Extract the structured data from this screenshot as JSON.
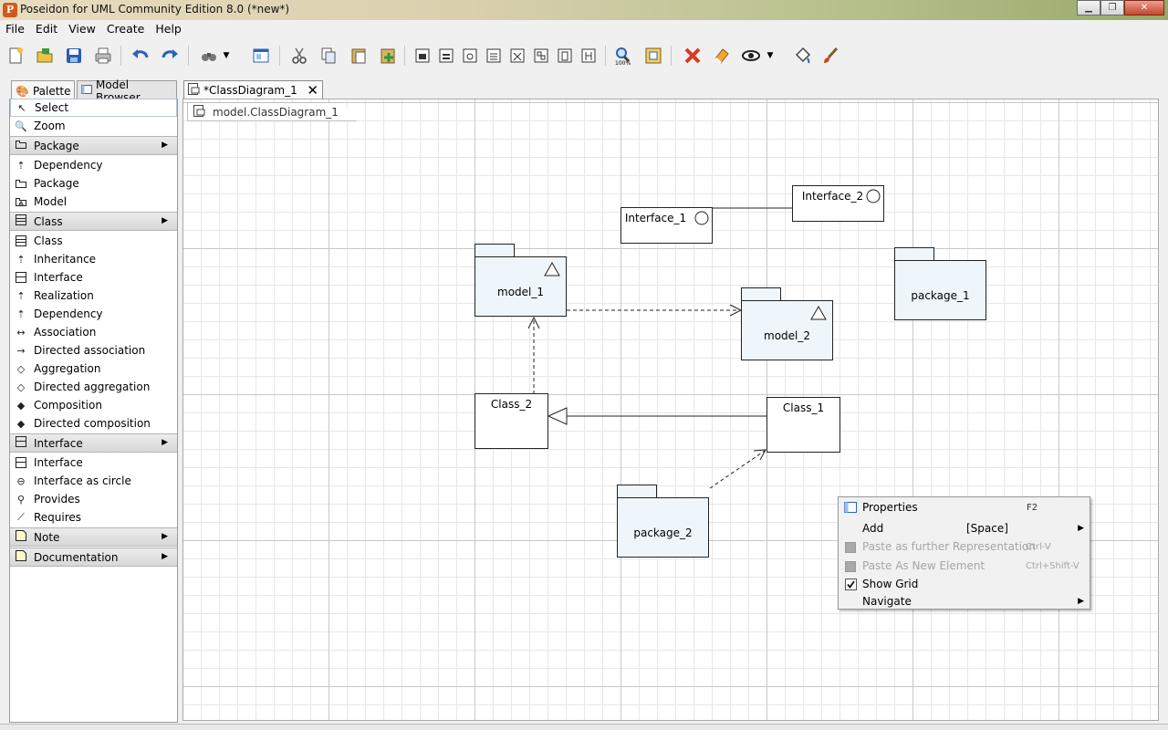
{
  "window": {
    "title": "Poseidon for UML Community Edition 8.0 (*new*)",
    "app_icon": "P"
  },
  "menubar": [
    "File",
    "Edit",
    "View",
    "Create",
    "Help"
  ],
  "panel_tabs": {
    "palette": "Palette",
    "model_browser": "Model Browser"
  },
  "palette": {
    "select": "Select",
    "zoom": "Zoom",
    "group_package": "Package",
    "package_items": [
      "Dependency",
      "Package",
      "Model"
    ],
    "group_class": "Class",
    "class_items": [
      "Class",
      "Inheritance",
      "Interface",
      "Realization",
      "Dependency",
      "Association",
      "Directed association",
      "Aggregation",
      "Directed aggregation",
      "Composition",
      "Directed composition"
    ],
    "group_interface": "Interface",
    "interface_items": [
      "Interface",
      "Interface as circle",
      "Provides",
      "Requires"
    ],
    "group_note": "Note",
    "group_documentation": "Documentation"
  },
  "document_tab": {
    "label": "*ClassDiagram_1"
  },
  "breadcrumb": "model.ClassDiagram_1",
  "diagram": {
    "interface_1": "Interface_1",
    "interface_2": "Interface_2",
    "model_1": "model_1",
    "model_2": "model_2",
    "package_1": "package_1",
    "package_2": "package_2",
    "class_1": "Class_1",
    "class_2": "Class_2"
  },
  "context_menu": {
    "properties": {
      "label": "Properties",
      "shortcut": "F2"
    },
    "add": {
      "label": "Add",
      "shortcut": "[Space]"
    },
    "paste_representation": {
      "label": "Paste as further Representation",
      "shortcut": "Ctrl-V"
    },
    "paste_new": {
      "label": "Paste As New Element",
      "shortcut": "Ctrl+Shift-V"
    },
    "show_grid": {
      "label": "Show Grid",
      "checked": true
    },
    "navigate": {
      "label": "Navigate"
    }
  },
  "colors": {
    "package_fill": "#eef6fb",
    "grid_major": "#c8c8c8",
    "grid_minor": "#e7e7e7"
  }
}
